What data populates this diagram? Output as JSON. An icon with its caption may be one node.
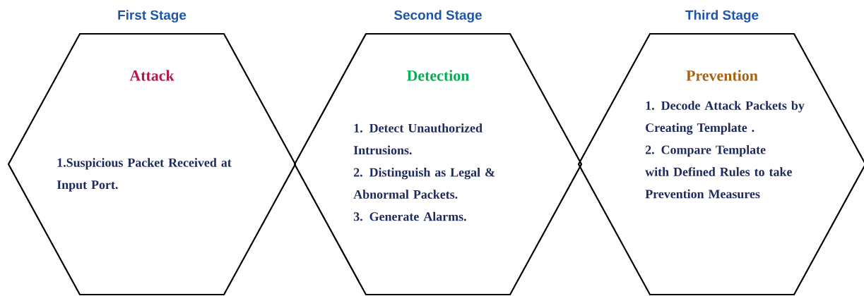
{
  "diagram": {
    "nodes": [
      {
        "text": [
          "First Stage",
          "Attack",
          "1.Suspicious Packet Received at Input Port."
        ]
      },
      {
        "text": [
          "Second Stage",
          "Detection",
          "1. Detect Unauthorized Intrusions.",
          "2. Distinguish as Legal & Abnormal Packets.",
          "3. Generate Alarms."
        ]
      },
      {
        "text": [
          "Third Stage",
          "Prevention",
          "1. Decode Attack Packets by Creating Template .",
          "2. Compare Template with Defined Rules to take Prevention Measures"
        ]
      }
    ]
  }
}
